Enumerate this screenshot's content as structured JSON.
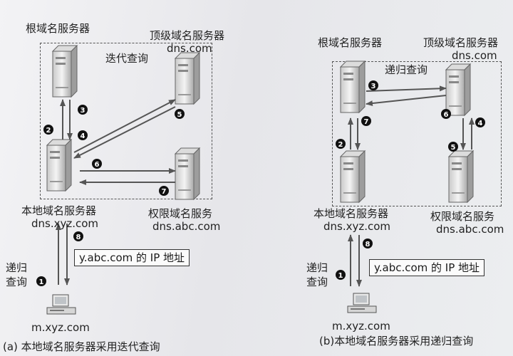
{
  "left": {
    "root_label": "根域名服务器",
    "tld_label": "顶级域名服务器",
    "tld_host": "dns.com",
    "mode_label": "迭代查询",
    "local_label": "本地域名服务器",
    "local_host": "dns.xyz.com",
    "auth_label": "权限域名服务",
    "auth_host": "dns.abc.com",
    "answer": "y.abc.com 的 IP 地址",
    "query_label_1": "递归",
    "query_label_2": "查询",
    "client_host": "m.xyz.com",
    "caption": "(a) 本地域名服务器采用迭代查询",
    "steps": [
      "1",
      "2",
      "3",
      "4",
      "5",
      "6",
      "7",
      "8"
    ]
  },
  "right": {
    "root_label": "根域名服务器",
    "tld_label": "顶级域名服务器",
    "tld_host": "dns.com",
    "mode_label": "递归查询",
    "local_label": "本地域名服务器",
    "local_host": "dns.xyz.com",
    "auth_label": "权限域名服务",
    "auth_host": "dns.abc.com",
    "answer": "y.abc.com 的 IP 地址",
    "query_label_1": "递归",
    "query_label_2": "查询",
    "client_host": "m.xyz.com",
    "caption": "(b)本地域名服务器采用递归查询",
    "steps": [
      "1",
      "2",
      "3",
      "4",
      "5",
      "6",
      "7",
      "8"
    ]
  },
  "icons": [
    "server-icon",
    "computer-icon",
    "arrow"
  ]
}
